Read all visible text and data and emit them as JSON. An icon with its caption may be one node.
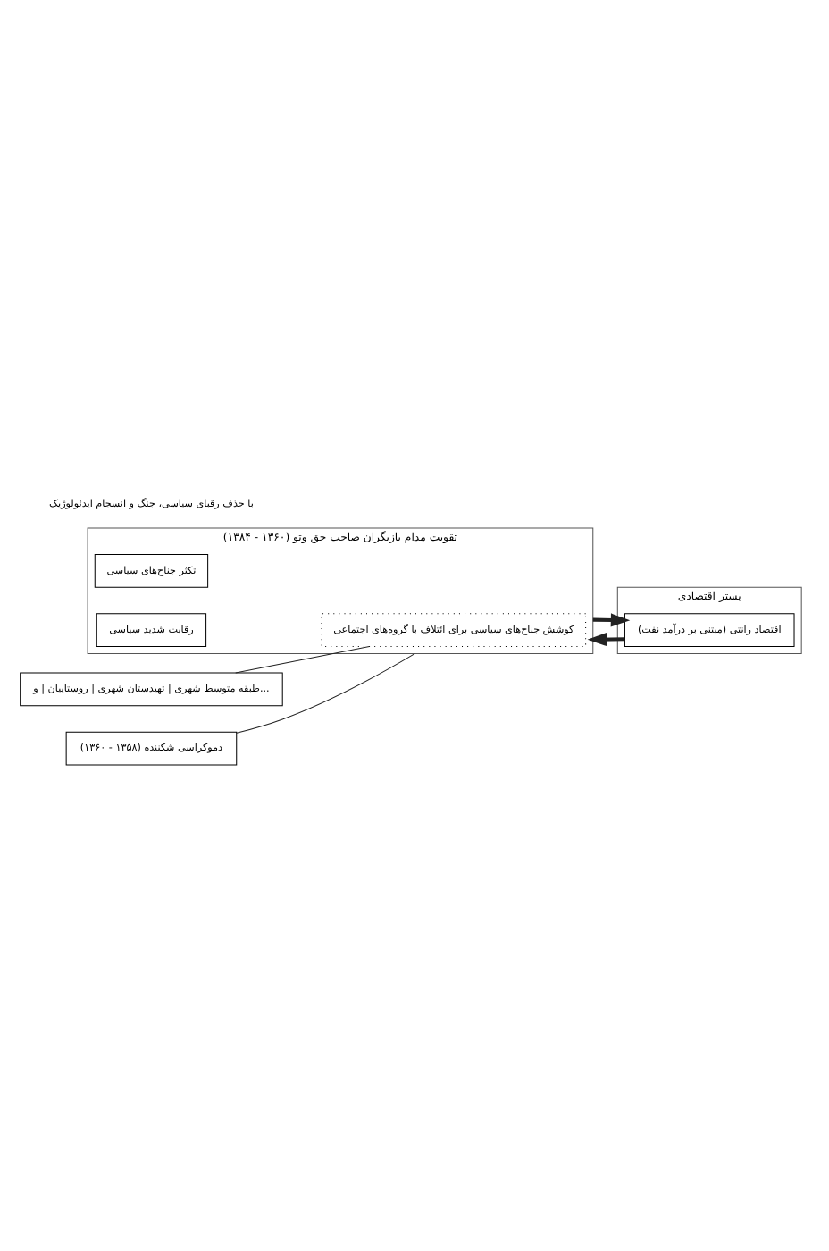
{
  "diagram": {
    "nodes": [
      {
        "text": [
          "تقویت مدام بازیگران صاحب حق وتو (۱۳۶۰ - ۱۳۸۴)"
        ]
      },
      {
        "text": [
          "کوشش جناح‌های سیاسی برای ائتلاف با گروه‌های اجتماعی"
        ],
        "in": 0
      },
      {
        "text": [
          "تکثر جناح‌های سیاسی"
        ],
        "in": 0
      },
      {
        "text": [
          "رقابت شدید سیاسی"
        ],
        "in": 0
      },
      {
        "text": [
          "طبقه متوسط شهری | تهیدستان شهری | روستاییان | و..."
        ]
      },
      {
        "text": [
          "دموکراسی شکننده (۱۳۵۸ - ۱۳۶۰)"
        ]
      },
      {
        "text": [
          "بستر اقتصادی"
        ]
      },
      {
        "text": [
          "اقتصاد رانتی (مبتنی بر درآمد نفت)"
        ],
        "in": 6
      }
    ],
    "edges": [
      {
        "from": 5,
        "to": 0,
        "arrow": "none"
      },
      {
        "from": 4,
        "to": 1,
        "arrow": "none"
      },
      {
        "from": 0,
        "to": 7,
        "arrow": "to",
        "style": "thick"
      },
      {
        "from": 7,
        "to": 0,
        "arrow": "to",
        "style": "thick"
      }
    ],
    "labels": [
      "با حذف رقبای سیاسی، جنگ و انسجام ایدئولوژیک"
    ]
  }
}
